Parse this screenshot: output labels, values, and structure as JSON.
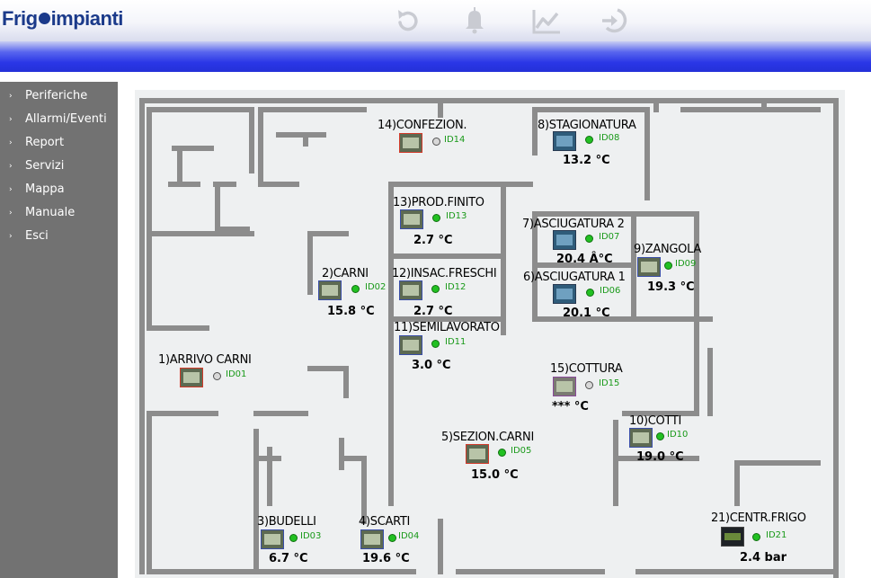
{
  "header": {
    "logo_text_1": "Frig",
    "logo_text_2": "impianti",
    "icons": [
      "refresh-icon",
      "bell-icon",
      "chart-line-icon",
      "login-icon"
    ]
  },
  "sidebar": {
    "items": [
      {
        "label": "Periferiche"
      },
      {
        "label": "Allarmi/Eventi"
      },
      {
        "label": "Report"
      },
      {
        "label": "Servizi"
      },
      {
        "label": "Mappa"
      },
      {
        "label": "Manuale"
      },
      {
        "label": "Esci"
      }
    ]
  },
  "rooms": [
    {
      "title": "14)CONFEZION.",
      "id": "ID14",
      "value": "",
      "status": "off"
    },
    {
      "title": "8)STAGIONATURA",
      "id": "ID08",
      "value": "13.2 °C",
      "status": "on"
    },
    {
      "title": "13)PROD.FINITO",
      "id": "ID13",
      "value": "2.7 °C",
      "status": "on"
    },
    {
      "title": "7)ASCIUGATURA 2",
      "id": "ID07",
      "value": "20.4 Â°C",
      "status": "on"
    },
    {
      "title": "9)ZANGOLA",
      "id": "ID09",
      "value": "19.3 °C",
      "status": "on"
    },
    {
      "title": "2)CARNI",
      "id": "ID02",
      "value": "15.8 °C",
      "status": "on"
    },
    {
      "title": "12)INSAC.FRESCHI",
      "id": "ID12",
      "value": "2.7 °C",
      "status": "on"
    },
    {
      "title": "6)ASCIUGATURA 1",
      "id": "ID06",
      "value": "20.1 °C",
      "status": "on"
    },
    {
      "title": "11)SEMILAVORATO",
      "id": "ID11",
      "value": "3.0 °C",
      "status": "on"
    },
    {
      "title": "1)ARRIVO CARNI",
      "id": "ID01",
      "value": "",
      "status": "off"
    },
    {
      "title": "15)COTTURA",
      "id": "ID15",
      "value": "*** °C",
      "status": "off"
    },
    {
      "title": "10)COTTI",
      "id": "ID10",
      "value": "19.0 °C",
      "status": "on"
    },
    {
      "title": "5)SEZION.CARNI",
      "id": "ID05",
      "value": "15.0 °C",
      "status": "on"
    },
    {
      "title": "3)BUDELLI",
      "id": "ID03",
      "value": "6.7 °C",
      "status": "on"
    },
    {
      "title": "4)SCARTI",
      "id": "ID04",
      "value": "19.6 °C",
      "status": "on"
    },
    {
      "title": "21)CENTR.FRIGO",
      "id": "ID21",
      "value": "2.4 bar",
      "status": "on"
    }
  ],
  "colors": {
    "sidebar_bg": "#727272",
    "banner_blue": "#2a36e6",
    "status_on": "#22c022",
    "status_off": "#d8d8d8",
    "id_text": "#1a9a1a"
  }
}
